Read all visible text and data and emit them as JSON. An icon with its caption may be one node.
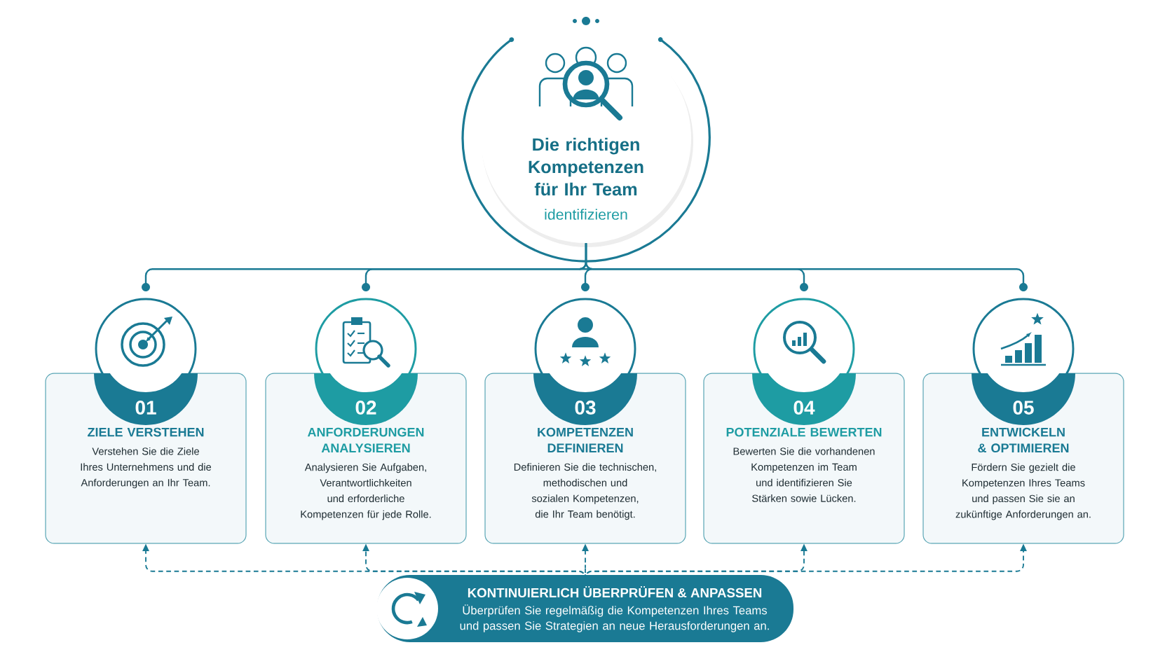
{
  "diagram": {
    "nodes": [
      {
        "text": [
          "Die richtigen Kompetenzen für Ihr Team",
          "identifizieren"
        ]
      },
      {
        "text": [
          "01",
          "ZIELE VERSTEHEN",
          "Verstehen Sie die Ziele Ihres Unternehmens und die Anforderungen an Ihr Team."
        ]
      },
      {
        "text": [
          "02",
          "ANFORDERUNGEN ANALYSIEREN",
          "Analysieren Sie Aufgaben, Verantwortlichkeiten und erforderliche Kompetenzen für jede Rolle."
        ]
      },
      {
        "text": [
          "03",
          "KOMPETENZEN DEFINIEREN",
          "Definieren Sie die technischen, methodischen und sozialen Kompetenzen, die Ihr Team benötigt."
        ]
      },
      {
        "text": [
          "04",
          "POTENZIALE BEWERTEN",
          "Bewerten Sie die vorhandenen Kompetenzen im Team und identifizieren Sie Stärken sowie Lücken."
        ]
      },
      {
        "text": [
          "05",
          "ENTWICKELN & OPTIMIEREN",
          "Fördern Sie gezielt die Kompetenzen Ihres Teams und passen Sie sie an zukünftige Anforderungen an."
        ]
      },
      {
        "text": [
          "KONTINUIERLICH ÜBERPRÜFEN & ANPASSEN",
          "Überprüfen Sie regelmäßig die Kompetenzen Ihres Teams und passen Sie Strategien an neue Herausforderungen an."
        ]
      }
    ],
    "edges": [
      {
        "from": 0,
        "to": 1,
        "arrow": "none"
      },
      {
        "from": 0,
        "to": 2,
        "arrow": "none"
      },
      {
        "from": 0,
        "to": 3,
        "arrow": "none"
      },
      {
        "from": 0,
        "to": 4,
        "arrow": "none"
      },
      {
        "from": 0,
        "to": 5,
        "arrow": "none"
      },
      {
        "from": 6,
        "to": 1,
        "arrow": "to",
        "style": "dashed"
      },
      {
        "from": 6,
        "to": 2,
        "arrow": "to",
        "style": "dashed"
      },
      {
        "from": 6,
        "to": 3,
        "arrow": "to",
        "style": "dashed"
      },
      {
        "from": 6,
        "to": 4,
        "arrow": "to",
        "style": "dashed"
      },
      {
        "from": 6,
        "to": 5,
        "arrow": "to",
        "style": "dashed"
      }
    ]
  }
}
